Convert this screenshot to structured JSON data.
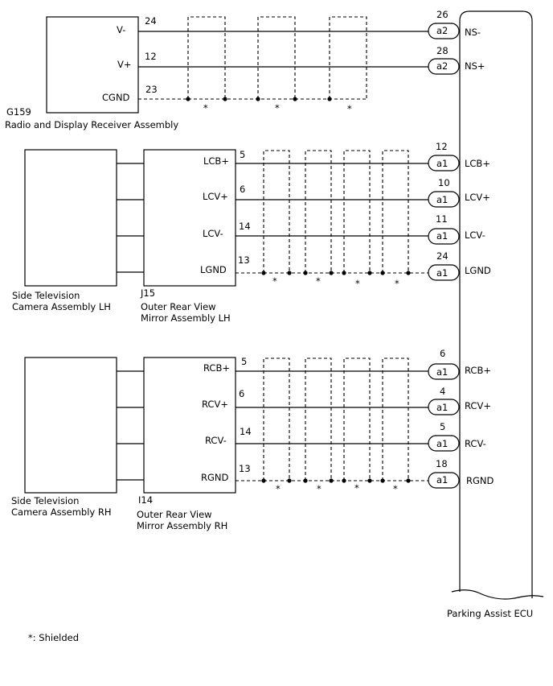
{
  "g159": {
    "code": "G159",
    "name": "Radio and Display Receiver Assembly",
    "pins": [
      {
        "label": "V-",
        "num": "24"
      },
      {
        "label": "V+",
        "num": "12"
      },
      {
        "label": "CGND",
        "num": "23"
      }
    ]
  },
  "lh": {
    "camera_line1": "Side Television",
    "camera_line2": "Camera Assembly LH",
    "mirror_code": "J15",
    "mirror_line1": "Outer Rear View",
    "mirror_line2": "Mirror Assembly LH",
    "pins": [
      {
        "label": "LCB+",
        "num": "5"
      },
      {
        "label": "LCV+",
        "num": "6"
      },
      {
        "label": "LCV-",
        "num": "14"
      },
      {
        "label": "LGND",
        "num": "13"
      }
    ]
  },
  "rh": {
    "camera_line1": "Side Television",
    "camera_line2": "Camera Assembly RH",
    "mirror_code": "I14",
    "mirror_line1": "Outer Rear View",
    "mirror_line2": "Mirror Assembly RH",
    "pins": [
      {
        "label": "RCB+",
        "num": "5"
      },
      {
        "label": "RCV+",
        "num": "6"
      },
      {
        "label": "RCV-",
        "num": "14"
      },
      {
        "label": "RGND",
        "num": "13"
      }
    ]
  },
  "ecu": {
    "name": "Parking Assist ECU",
    "top": [
      {
        "conn": "a2",
        "num": "26",
        "label": "NS-"
      },
      {
        "conn": "a2",
        "num": "28",
        "label": "NS+"
      }
    ],
    "lh": [
      {
        "conn": "a1",
        "num": "12",
        "label": "LCB+"
      },
      {
        "conn": "a1",
        "num": "10",
        "label": "LCV+"
      },
      {
        "conn": "a1",
        "num": "11",
        "label": "LCV-"
      },
      {
        "conn": "a1",
        "num": "24",
        "label": "LGND"
      }
    ],
    "rh": [
      {
        "conn": "a1",
        "num": "6",
        "label": "RCB+"
      },
      {
        "conn": "a1",
        "num": "4",
        "label": "RCV+"
      },
      {
        "conn": "a1",
        "num": "5",
        "label": "RCV-"
      },
      {
        "conn": "a1",
        "num": "18",
        "label": "RGND"
      }
    ]
  },
  "shield_mark": "*",
  "legend": "*: Shielded"
}
